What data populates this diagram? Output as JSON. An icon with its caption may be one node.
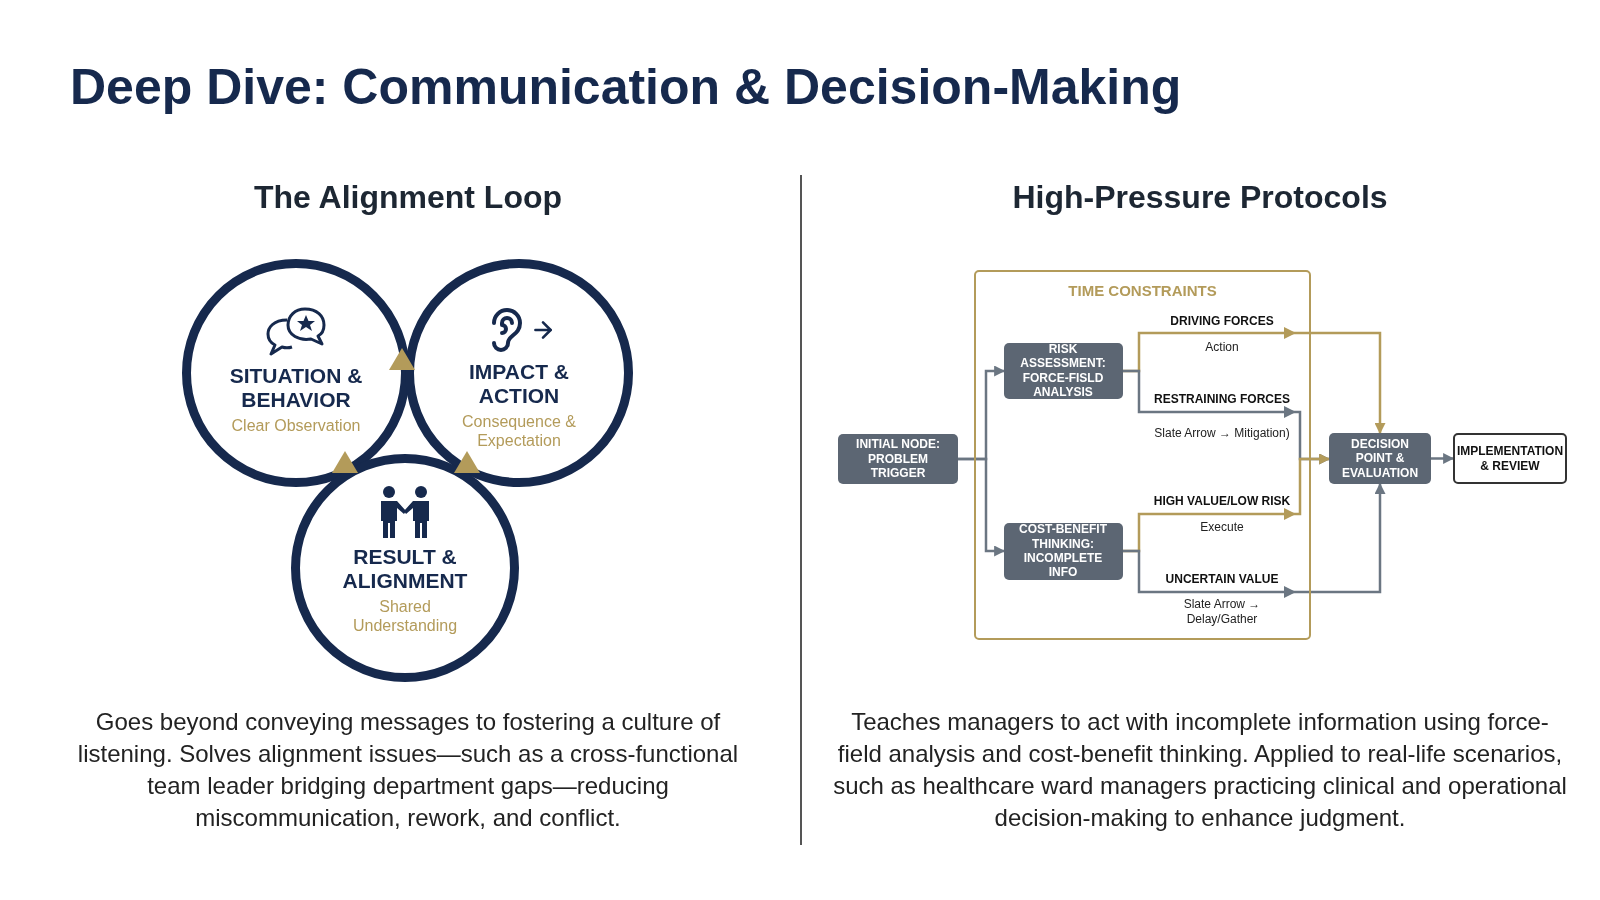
{
  "diagram": {
    "title": "Deep Dive: Communication & Decision-Making",
    "nodes": [
      {
        "text": [
          "SITUATION & BEHAVIOR",
          "Clear Observation"
        ]
      },
      {
        "text": [
          "IMPACT & ACTION",
          "Consequence & Expectation"
        ]
      },
      {
        "text": [
          "RESULT & ALIGNMENT",
          "Shared Understanding"
        ]
      },
      {
        "text": [
          "TIME CONSTRAINTS"
        ]
      },
      {
        "text": [
          "INITIAL NODE: PROBLEM TRIGGER"
        ]
      },
      {
        "text": [
          "RISK ASSESSMENT: FORCE-FISLD ANALYSIS"
        ],
        "in": 3
      },
      {
        "text": [
          "COST-BENEFIT THINKING: INCOMPLETE INFO"
        ],
        "in": 3
      },
      {
        "text": [
          "DECISION POINT & EVALUATION"
        ]
      },
      {
        "text": [
          "IMPLEMENTATION & REVIEW"
        ]
      }
    ],
    "edges": [
      {
        "from": 4,
        "to": 5,
        "arrow": "to"
      },
      {
        "from": 4,
        "to": 6,
        "arrow": "to"
      },
      {
        "from": 5,
        "to": 7,
        "arrow": "to",
        "label": "DRIVING FORCES",
        "color": "#b39b5a"
      },
      {
        "from": 5,
        "to": 7,
        "arrow": "to",
        "label": "RESTRAINING FORCES"
      },
      {
        "from": 6,
        "to": 7,
        "arrow": "to",
        "label": "HIGH VALUE/LOW RISK",
        "color": "#b39b5a"
      },
      {
        "from": 6,
        "to": 7,
        "arrow": "to",
        "label": "UNCERTAIN VALUE"
      },
      {
        "from": 7,
        "to": 8,
        "arrow": "to"
      }
    ],
    "labels": [
      "The Alignment Loop",
      "High-Pressure Protocols",
      "Action",
      "Slate Arrow → Mitigation)",
      "Execute",
      "Slate Arrow → Delay/Gather",
      "Goes beyond conveying messages to fostering a culture of listening. Solves alignment issues—such as a cross-functional team leader bridging department gaps—reducing miscommunication, rework, and conflict.",
      "Teaches managers to act with incomplete information using force-field analysis and cost-benefit thinking. Applied to real-life scenarios, such as healthcare ward managers practicing clinical and operational decision-making to enhance judgment."
    ]
  }
}
